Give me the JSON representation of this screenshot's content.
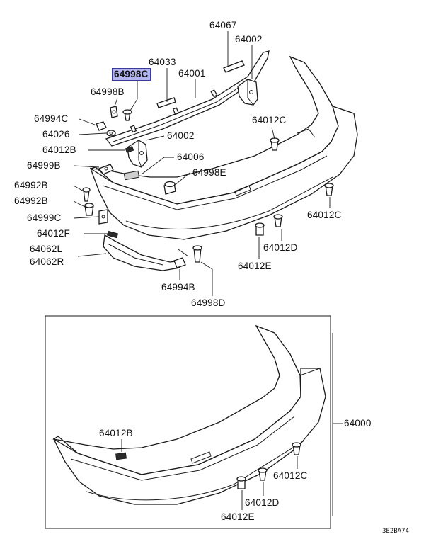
{
  "labels": {
    "p64067": "64067",
    "p64002a": "64002",
    "p64033": "64033",
    "p64998c": "64998C",
    "p64001": "64001",
    "p64998b": "64998B",
    "p64994c": "64994C",
    "p64026": "64026",
    "p64002b": "64002",
    "p64012c_top": "64012C",
    "p64012b_top": "64012B",
    "p64006": "64006",
    "p64999b": "64999B",
    "p64998e": "64998E",
    "p64992b_1": "64992B",
    "p64012c_right": "64012C",
    "p64992b_2": "64992B",
    "p64999c": "64999C",
    "p64012f": "64012F",
    "p64012d_top": "64012D",
    "p64062l": "64062L",
    "p64062r": "64062R",
    "p64012e_top": "64012E",
    "p64994b": "64994B",
    "p64998d": "64998D",
    "p64000": "64000",
    "p64012b_bottom": "64012B",
    "p64012c_bottom": "64012C",
    "p64012d_bottom": "64012D",
    "p64012e_bottom": "64012E"
  },
  "highlight_color": "#b4b4f0",
  "figure_code": "3E2BA74"
}
